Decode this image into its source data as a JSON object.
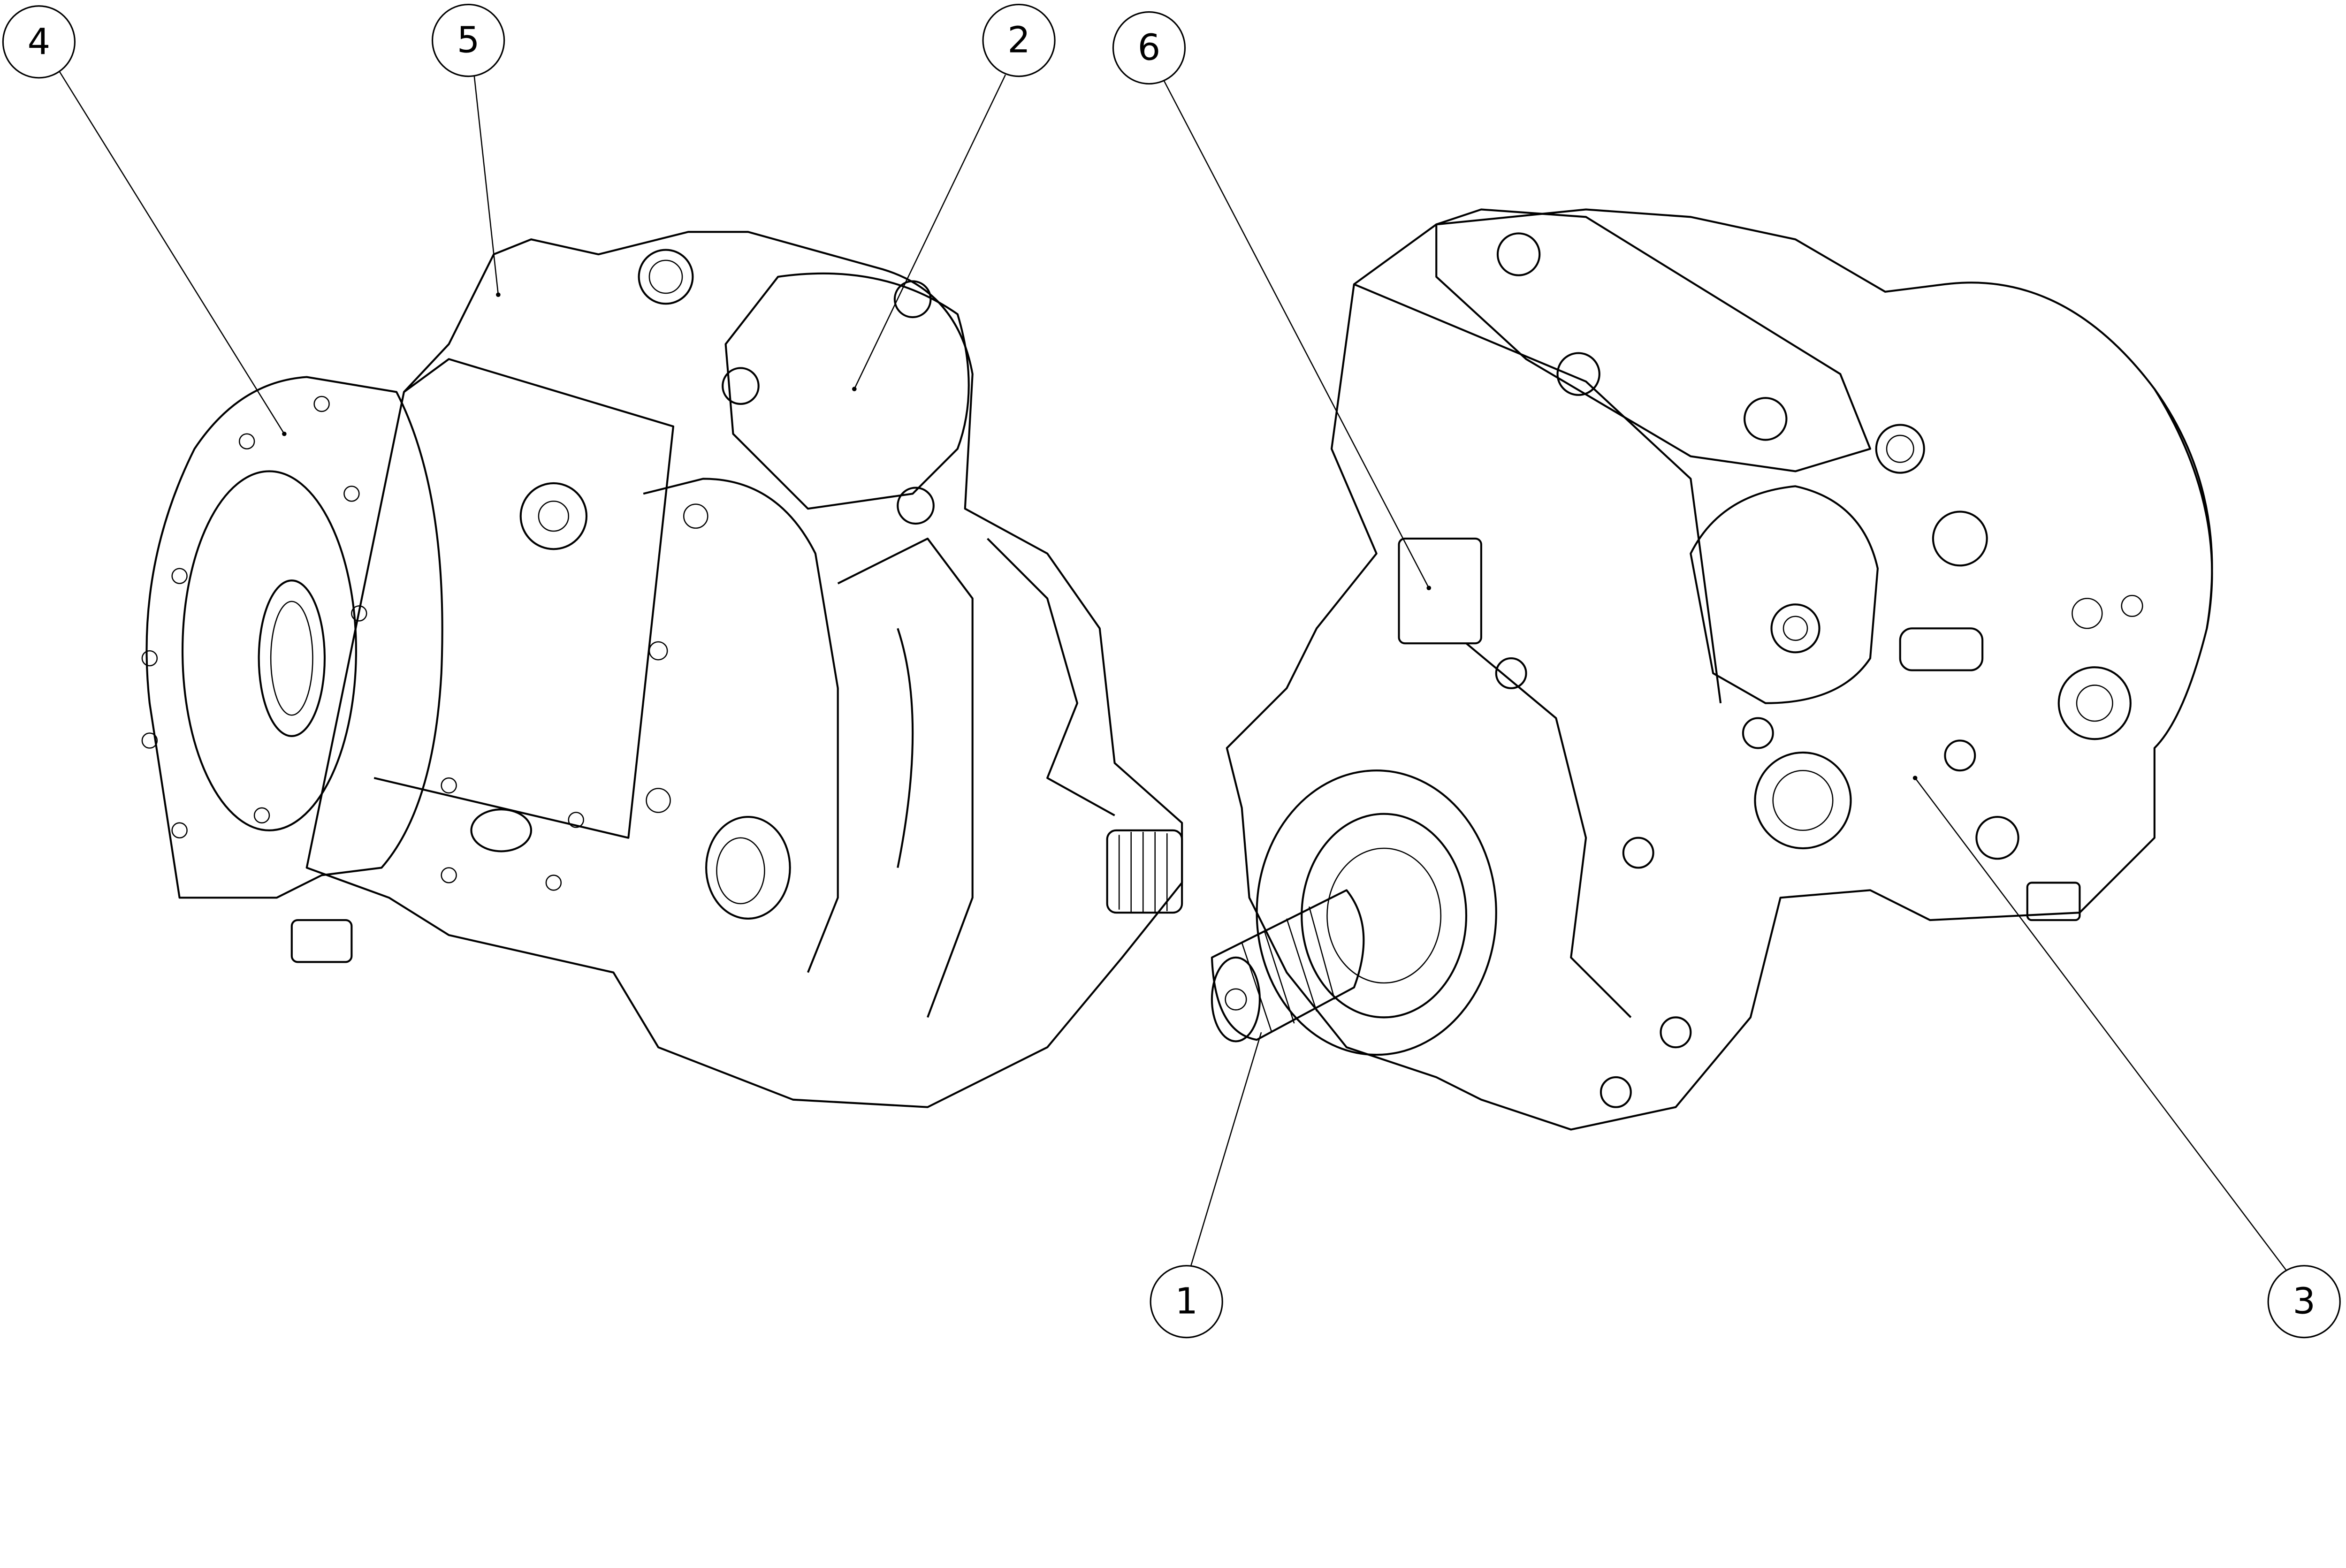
{
  "diagram": {
    "type": "exploded technical line drawing of two hydraulic pump views with numbered callouts",
    "line_color": "#000000",
    "background": "#ffffff",
    "callouts": [
      {
        "id": "callout-1",
        "label": "1"
      },
      {
        "id": "callout-2",
        "label": "2"
      },
      {
        "id": "callout-3",
        "label": "3"
      },
      {
        "id": "callout-4",
        "label": "4"
      },
      {
        "id": "callout-5",
        "label": "5"
      },
      {
        "id": "callout-6",
        "label": "6"
      }
    ]
  }
}
